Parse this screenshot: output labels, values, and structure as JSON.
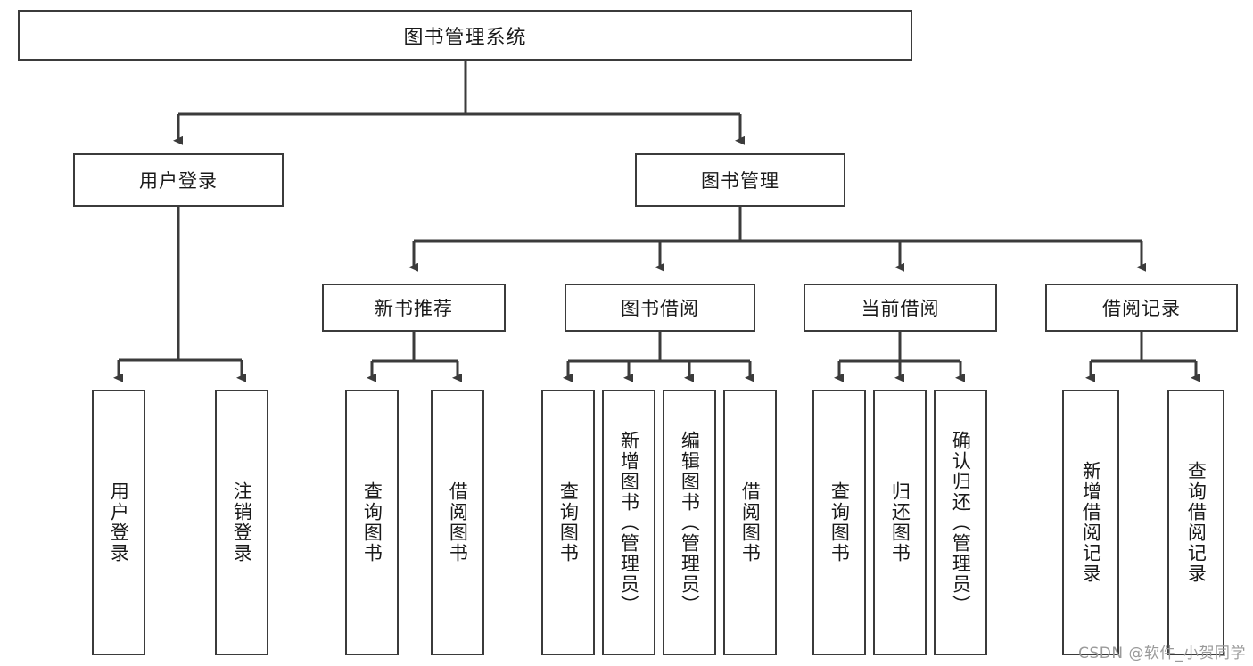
{
  "diagram": {
    "title": "图书管理系统",
    "watermark": "CSDN @软件_小贺同学",
    "stroke_color": "#3b3b3b",
    "background_color": "#ffffff",
    "text_color": "#1a1a1a",
    "watermark_color": "#9a9a9a"
  },
  "nodes": {
    "root": {
      "label": "图书管理系统"
    },
    "level2": [
      {
        "label": "用户登录"
      },
      {
        "label": "图书管理"
      }
    ],
    "level3": [
      {
        "label": "新书推荐"
      },
      {
        "label": "图书借阅"
      },
      {
        "label": "当前借阅"
      },
      {
        "label": "借阅记录"
      }
    ],
    "leaves": {
      "user_login": [
        {
          "label": "用户登录"
        },
        {
          "label": "注销登录"
        }
      ],
      "new_book": [
        {
          "label": "查询图书"
        },
        {
          "label": "借阅图书"
        }
      ],
      "book_borrow": [
        {
          "label": "查询图书"
        },
        {
          "label": "新增图书（管理员）"
        },
        {
          "label": "编辑图书（管理员）"
        },
        {
          "label": "借阅图书"
        }
      ],
      "current_borrow": [
        {
          "label": "查询图书"
        },
        {
          "label": "归还图书"
        },
        {
          "label": "确认归还（管理员）"
        }
      ],
      "borrow_record": [
        {
          "label": "新增借阅记录"
        },
        {
          "label": "查询借阅记录"
        }
      ]
    }
  }
}
